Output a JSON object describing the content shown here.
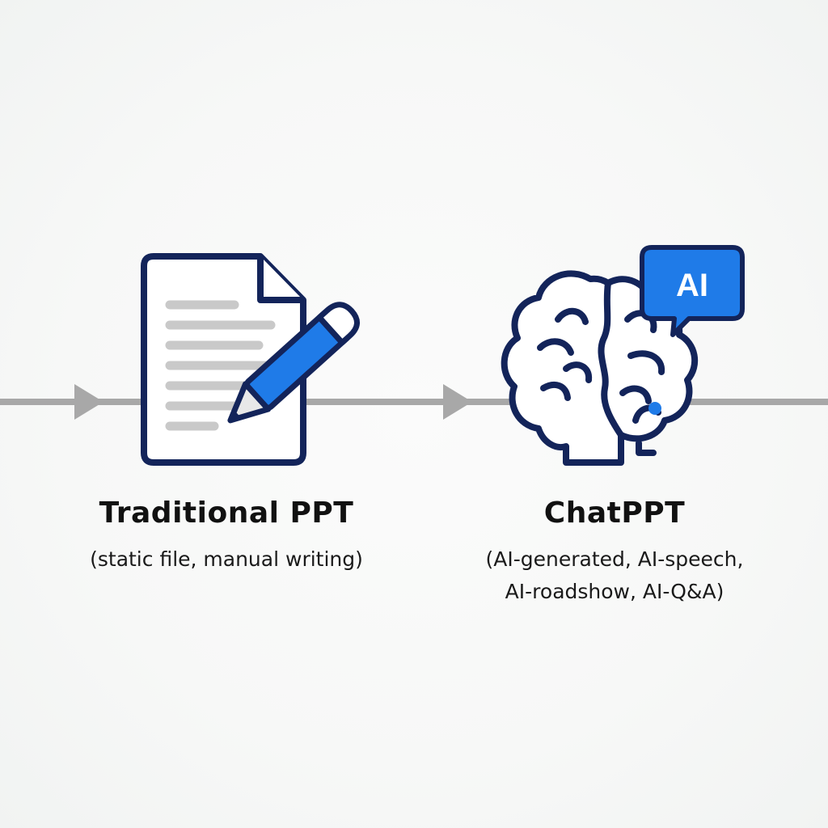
{
  "nodes": {
    "traditional": {
      "title": "Traditional PPT",
      "description": "(static file, manual writing)",
      "icon": "document-pencil-icon"
    },
    "chatppt": {
      "title": "ChatPPT",
      "description_lines": [
        "(AI-generated, AI-speech,",
        "AI-roadshow, AI-Q&A)"
      ],
      "icon": "brain-icon",
      "badge": "AI"
    }
  },
  "colors": {
    "outline": "#13245a",
    "accent": "#1f7be8",
    "connector": "#a8a8a8",
    "text_lines": "#c9c9c9"
  }
}
